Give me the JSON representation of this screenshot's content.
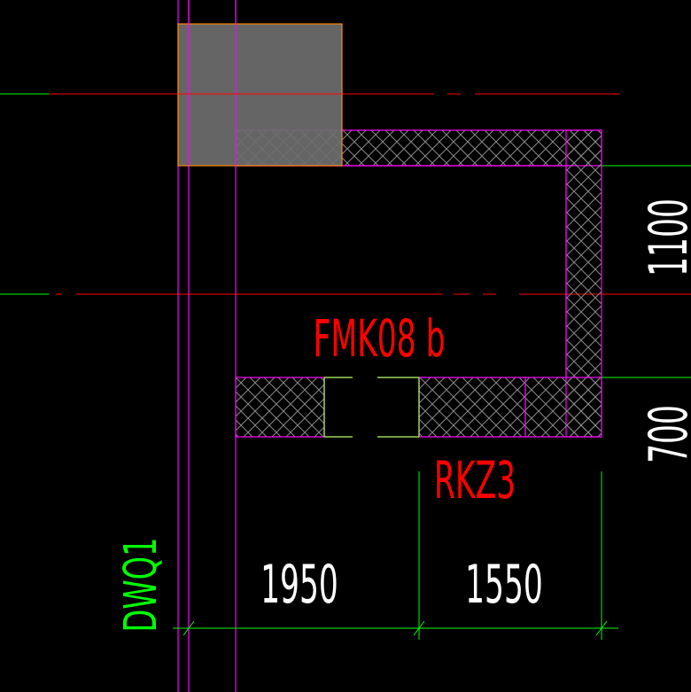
{
  "colors": {
    "background": "#000000",
    "axis": "#ff0000",
    "wall_outline": "#ff00ff",
    "hatch": "#8a8a8a",
    "dimension": "#00ff00",
    "dimension_text": "#ffffff",
    "column_fill": "#6e6e6e",
    "column_outline": "#ff8c00",
    "label_red": "#ff0000",
    "label_green": "#00ff00",
    "opening": "#b8ff6a"
  },
  "labels": {
    "room_tag": "FMK08 b",
    "window_tag": "RKZ3",
    "wall_tag": "DWQ1"
  },
  "dimensions": {
    "horizontal": [
      "1950",
      "1550"
    ],
    "vertical": [
      "1100",
      "700"
    ]
  }
}
